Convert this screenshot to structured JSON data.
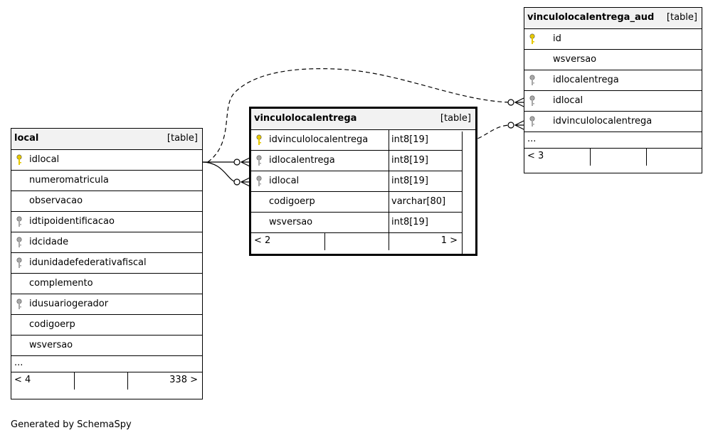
{
  "tables": {
    "local": {
      "name": "local",
      "kind": "[table]",
      "columns": [
        {
          "name": "idlocal",
          "key": "primary"
        },
        {
          "name": "numeromatricula",
          "key": "none"
        },
        {
          "name": "observacao",
          "key": "none"
        },
        {
          "name": "idtipoidentificacao",
          "key": "foreign"
        },
        {
          "name": "idcidade",
          "key": "foreign"
        },
        {
          "name": "idunidadefederativafiscal",
          "key": "foreign"
        },
        {
          "name": "complemento",
          "key": "none"
        },
        {
          "name": "idusuariogerador",
          "key": "foreign"
        },
        {
          "name": "codigoerp",
          "key": "none"
        },
        {
          "name": "wsversao",
          "key": "none"
        }
      ],
      "ellipsis": "...",
      "footer_left": "< 4",
      "footer_right": "338 >"
    },
    "vinculolocalentrega": {
      "name": "vinculolocalentrega",
      "kind": "[table]",
      "columns": [
        {
          "name": "idvinculolocalentrega",
          "type": "int8[19]",
          "key": "primary"
        },
        {
          "name": "idlocalentrega",
          "type": "int8[19]",
          "key": "foreign"
        },
        {
          "name": "idlocal",
          "type": "int8[19]",
          "key": "foreign"
        },
        {
          "name": "codigoerp",
          "type": "varchar[80]",
          "key": "none"
        },
        {
          "name": "wsversao",
          "type": "int8[19]",
          "key": "none"
        }
      ],
      "footer_left": "< 2",
      "footer_right": "1 >"
    },
    "vinculolocalentrega_aud": {
      "name": "vinculolocalentrega_aud",
      "kind": "[table]",
      "columns": [
        {
          "name": "id",
          "key": "primary"
        },
        {
          "name": "wsversao",
          "key": "none"
        },
        {
          "name": "idlocalentrega",
          "key": "foreign"
        },
        {
          "name": "idlocal",
          "key": "foreign"
        },
        {
          "name": "idvinculolocalentrega",
          "key": "foreign"
        }
      ],
      "ellipsis": "...",
      "footer_left": "< 3"
    }
  },
  "colors": {
    "primary_key": "#e6c800",
    "foreign_key": "#a8a8a8",
    "header_bg": "#f2f2f2"
  },
  "icons": {
    "primary": "key-icon",
    "foreign": "key-icon"
  },
  "footer": "Generated by SchemaSpy"
}
